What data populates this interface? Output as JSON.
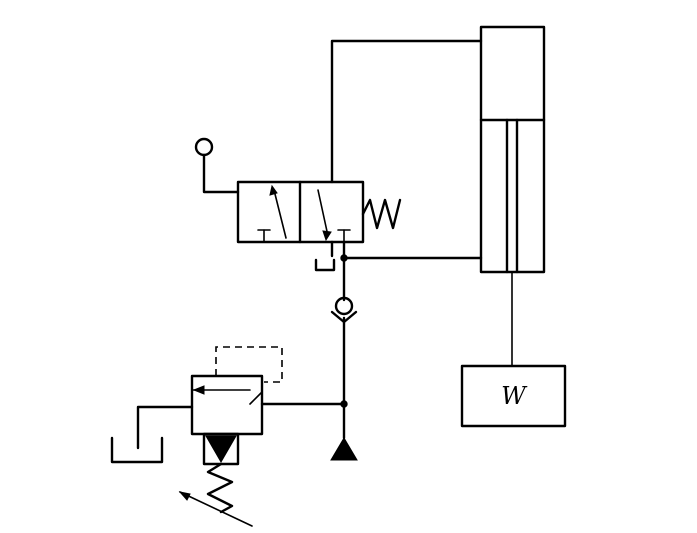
{
  "load": {
    "label": "W"
  },
  "colors": {
    "line": "#000000",
    "background": "#ffffff"
  },
  "components": [
    "hydraulic-cylinder",
    "directional-control-valve",
    "spring-return",
    "manual-lever",
    "check-valve",
    "relief-valve",
    "adjustable-spring",
    "pump-source",
    "tank",
    "load-mass"
  ]
}
